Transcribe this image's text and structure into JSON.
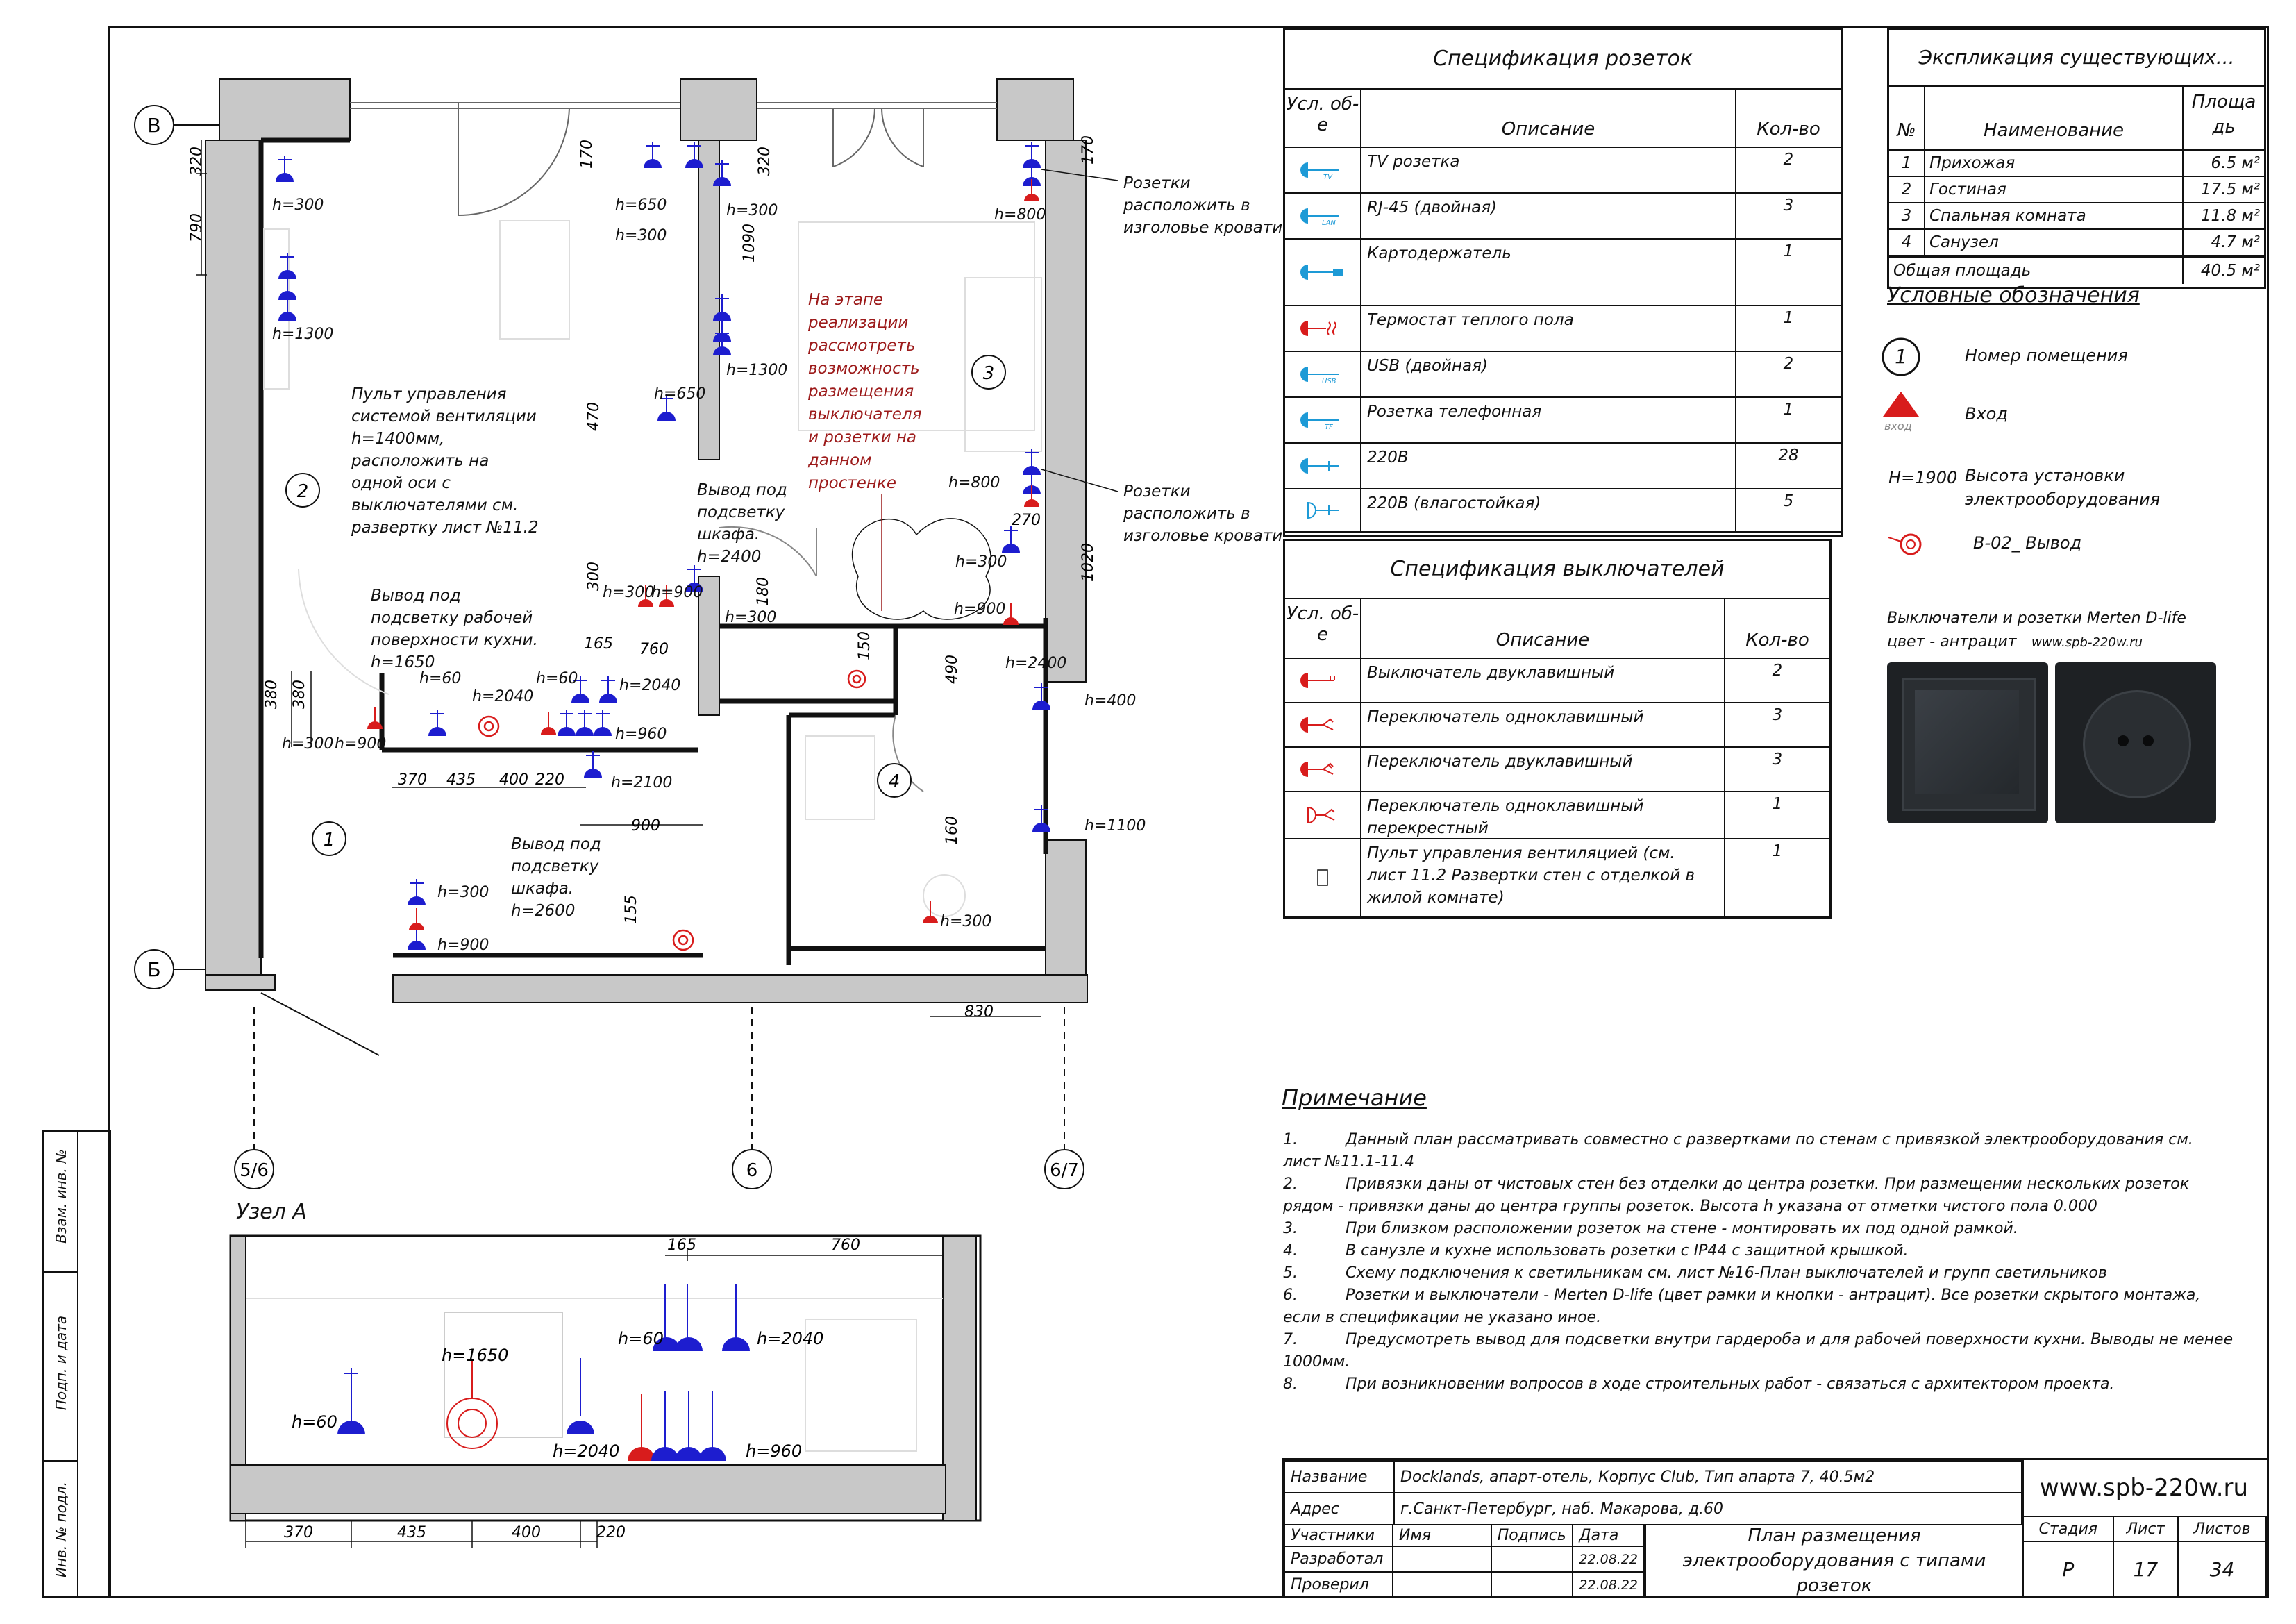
{
  "axes": {
    "row_b": "В",
    "row_б": "Б",
    "col_1": "5/6",
    "col_2": "6",
    "col_3": "6/7"
  },
  "plan": {
    "dims": [
      "320",
      "790",
      "170",
      "320",
      "170",
      "1090",
      "470",
      "1020",
      "270",
      "300",
      "180",
      "150",
      "380",
      "380",
      "490",
      "160",
      "155",
      "370",
      "435",
      "400",
      "220",
      "900",
      "165",
      "760",
      "830"
    ],
    "rooms": [
      "1",
      "2",
      "3",
      "4"
    ],
    "heights": [
      "h=300",
      "h=1300",
      "h=650",
      "h=300",
      "h=300",
      "h=1300",
      "h=650",
      "h=800",
      "h=800",
      "h=300",
      "h=900",
      "h=300",
      "h=900",
      "h=300",
      "h=2400",
      "h=400",
      "h=1100",
      "h=60",
      "h=2040",
      "h=60",
      "h=2040",
      "h=960",
      "h=300",
      "h=900",
      "h=2100",
      "h=300",
      "h=900",
      "h=300"
    ],
    "notes": {
      "vent": "Пульт управления системой вентиляции h=1400мм, расположить на одной оси с выключателями см. развертку лист №11.2",
      "kitchen_light": "Вывод под подсветку рабочей поверхности кухни. h=1650",
      "wardrobe_1": "Вывод под подсветку шкафа. h=2400",
      "wardrobe_2": "Вывод под подсветку шкафа. h=2600",
      "bedhead_1": "Розетки расположить в изголовье кровати",
      "bedhead_2": "Розетки расположить в изголовье кровати",
      "red_note": "На этапе реализации рассмотреть возможность размещения выключателя и розетки на данном простенке"
    }
  },
  "sockets_table": {
    "title": "Спецификация розеток",
    "headers": [
      "Усл. об-е",
      "Описание",
      "Кол-во"
    ],
    "rows": [
      {
        "icon": "tv-socket-icon",
        "desc": "TV розетка",
        "qty": "2"
      },
      {
        "icon": "rj45-socket-icon",
        "desc": "RJ-45 (двойная)",
        "qty": "3"
      },
      {
        "icon": "card-holder-icon",
        "desc": "Картодержатель",
        "qty": "1"
      },
      {
        "icon": "floor-thermostat-icon",
        "desc": "Термостат теплого пола",
        "qty": "1"
      },
      {
        "icon": "usb-socket-icon",
        "desc": "USB (двойная)",
        "qty": "2"
      },
      {
        "icon": "phone-socket-icon",
        "desc": "Розетка телефонная",
        "qty": "1"
      },
      {
        "icon": "socket-220-icon",
        "desc": "220В",
        "qty": "28"
      },
      {
        "icon": "socket-220-wet-icon",
        "desc": "220В (влагостойкая)",
        "qty": "5"
      }
    ]
  },
  "switches_table": {
    "title": "Спецификация выключателей",
    "headers": [
      "Усл. об-е",
      "Описание",
      "Кол-во"
    ],
    "rows": [
      {
        "icon": "double-switch-icon",
        "desc": "Выключатель двуклавишный",
        "qty": "2"
      },
      {
        "icon": "single-toggle-icon",
        "desc": "Переключатель одноклавишный",
        "qty": "3"
      },
      {
        "icon": "double-toggle-icon",
        "desc": "Переключатель двуклавишный",
        "qty": "3"
      },
      {
        "icon": "cross-toggle-icon",
        "desc": "Переключатель одноклавишный перекрестный",
        "qty": "1"
      },
      {
        "icon": "vent-panel-icon",
        "desc": "Пульт управления вентиляцией (см. лист 11.2 Развертки стен с отделкой в жилой комнате)",
        "qty": "1"
      }
    ]
  },
  "explication": {
    "title": "Экспликация существующих...",
    "headers": [
      "№",
      "Наименование",
      "Площадь"
    ],
    "header_area_l1": "Площа",
    "header_area_l2": "дь",
    "rows": [
      {
        "n": "1",
        "name": "Прихожая",
        "area": "6.5 м²"
      },
      {
        "n": "2",
        "name": "Гостиная",
        "area": "17.5 м²"
      },
      {
        "n": "3",
        "name": "Спальная комната",
        "area": "11.8 м²"
      },
      {
        "n": "4",
        "name": "Санузел",
        "area": "4.7 м²"
      }
    ],
    "total_label": "Общая площадь",
    "total_value": "40.5 м²"
  },
  "legend": {
    "title": "Условные обозначения",
    "room_number_symbol": "1",
    "room_number": "Номер помещения",
    "entrance_label": "вход",
    "entrance": "Вход",
    "height_symbol": "H=1900",
    "height": "Высота установки электрооборудования",
    "outlet_symbol": "В-02_ Вывод",
    "merten_line1": "Выключатели и розетки Merten D-life",
    "merten_line2a": "цвет - антрацит",
    "merten_line2b": "www.spb-220w.ru"
  },
  "node_a": {
    "title": "Узел А",
    "heights": [
      "h=1650",
      "h=60",
      "h=60",
      "h=2040",
      "h=2040",
      "h=960"
    ],
    "dims": [
      "165",
      "760",
      "370",
      "435",
      "400",
      "220"
    ]
  },
  "notes": {
    "title": "Примечание",
    "items": [
      "Данный план рассматривать совместно с развертками по стенам с привязкой электрооборудования см. лист №11.1-11.4",
      "Привязки даны от чистовых стен без отделки до центра розетки. При размещении нескольких розеток рядом - привязки даны до центра группы розеток. Высота h указана от отметки чистого пола 0.000",
      "При близком расположении розеток на стене - монтировать их под одной рамкой.",
      "В санузле и кухне использовать розетки с IP44 с защитной крышкой.",
      "Схему подключения к светильникам см. лист №16-План выключателей и групп светильников",
      "Розетки и выключатели - Merten D-life (цвет рамки и кнопки - антрацит). Все розетки скрытого монтажа, если в спецификации не указано иное.",
      "Предусмотреть вывод для подсветки внутри гардероба и для рабочей поверхности кухни. Выводы не менее 1000мм.",
      "При возникновении вопросов в ходе строительных работ - связаться с архитектором проекта."
    ]
  },
  "side_stamp": [
    "Взам. инв. №",
    "Подп. и дата",
    "Инв. № подл."
  ],
  "title_block": {
    "name_label": "Название",
    "name_value": "Docklands, апарт-отель, Корпус Club, Тип апарта 7, 40.5м2",
    "address_label": "Адрес",
    "address_value": "г.Санкт-Петербург, наб. Макарова, д.60",
    "website": "www.spb-220w.ru",
    "participants": "Участники",
    "name_col": "Имя",
    "signature": "Подпись",
    "date": "Дата",
    "developed": "Разработал",
    "checked": "Проверил",
    "date_1": "22.08.22",
    "date_2": "22.08.22",
    "sheet_title": "План размещения электрооборудования с типами розеток",
    "stage_label": "Стадия",
    "sheet_label": "Лист",
    "sheets_label": "Листов",
    "stage": "Р",
    "sheet": "17",
    "sheets": "34"
  },
  "colors": {
    "socket": "#1d1dcf",
    "switch": "#d81c1c",
    "note_red": "#9c1a1a",
    "wall": "#c8c8c8",
    "card_dark": "#1e2124"
  }
}
